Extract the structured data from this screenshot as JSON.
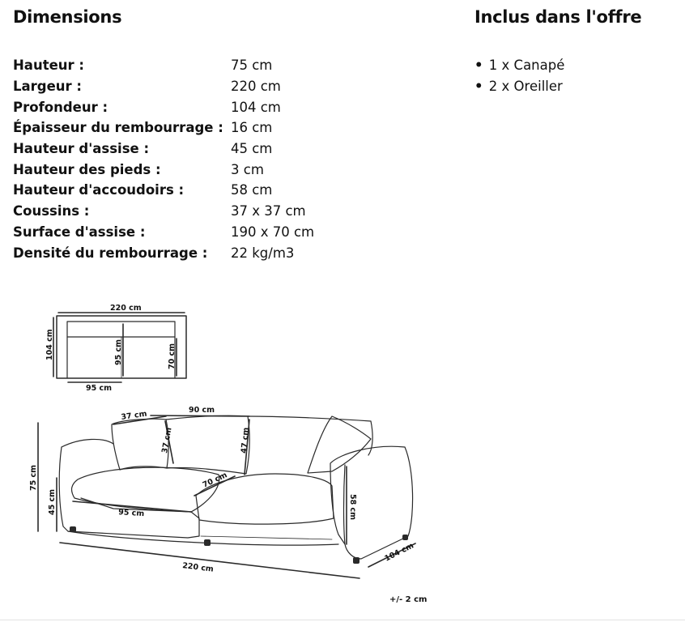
{
  "dimensions": {
    "heading": "Dimensions",
    "rows": [
      {
        "label": "Hauteur :",
        "value": "75 cm"
      },
      {
        "label": "Largeur :",
        "value": "220 cm"
      },
      {
        "label": "Profondeur :",
        "value": "104 cm"
      },
      {
        "label": "Épaisseur du rembourrage :",
        "value": "16 cm"
      },
      {
        "label": "Hauteur d'assise :",
        "value": "45 cm"
      },
      {
        "label": "Hauteur des pieds :",
        "value": "3 cm"
      },
      {
        "label": "Hauteur d'accoudoirs :",
        "value": "58 cm"
      },
      {
        "label": "Coussins :",
        "value": "37 x 37 cm"
      },
      {
        "label": "Surface d'assise :",
        "value": "190 x 70 cm"
      },
      {
        "label": "Densité du rembourrage :",
        "value": "22 kg/m3"
      }
    ]
  },
  "offer": {
    "heading": "Inclus dans l'offre",
    "bullet": "•",
    "items": [
      "1 x Canapé",
      "2 x Oreiller"
    ]
  },
  "diagram": {
    "top_view": {
      "width_label": "220 cm",
      "depth_label": "104 cm",
      "seat_depth_label": "95 cm",
      "inner_depth_label": "70 cm",
      "seat_width_label": "95 cm"
    },
    "perspective": {
      "cushion_label": "37 cm",
      "cushion_height_label": "37 cm",
      "back_width_label": "90 cm",
      "back_height_label": "47 cm",
      "seat_depth_label": "70 cm",
      "seat_width_label": "95 cm",
      "arm_height_label": "58 cm",
      "total_height_label": "75 cm",
      "seat_height_label": "45 cm",
      "total_width_label": "220 cm",
      "total_depth_label": "104 cm"
    },
    "tolerance": "+/- 2 cm"
  }
}
